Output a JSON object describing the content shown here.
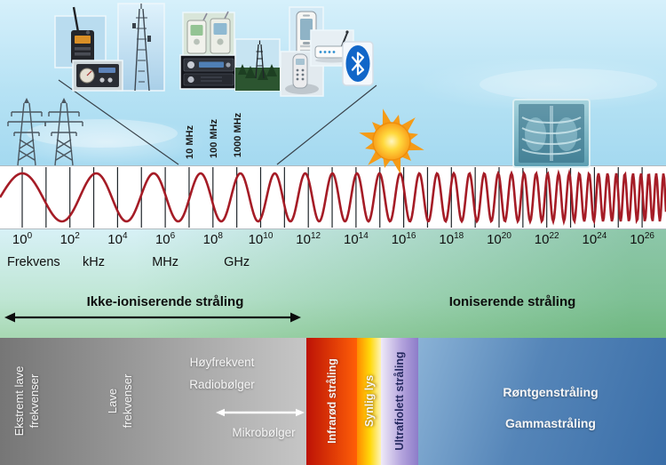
{
  "colors": {
    "wave": "#a51c26",
    "tick": "#20262b",
    "sun_ray": "#f59b17",
    "sun_core_edge": "#f08a10",
    "infrared_band": "#e03a05",
    "visible_band": "#ffd40a",
    "ultraviolet_band": "#9b86cf",
    "xray_band": "#4a7ab0",
    "radio_band_gray": "#9a9a9a",
    "background_green": "#42a04c",
    "background_blue": "#b6e2f4"
  },
  "axis": {
    "base": "10",
    "exponents": [
      0,
      2,
      4,
      6,
      8,
      10,
      12,
      14,
      16,
      18,
      20,
      22,
      24,
      26
    ],
    "frequency_word": "Frekvens",
    "units": [
      {
        "label": "kHz",
        "decade": 3
      },
      {
        "label": "MHz",
        "decade": 6
      },
      {
        "label": "GHz",
        "decade": 9
      }
    ]
  },
  "callout": {
    "labels": [
      "10 MHz",
      "100 MHz",
      "1000 MHz"
    ]
  },
  "regions": {
    "non_ionizing": "Ikke-ioniserende stråling",
    "ionizing": "Ioniserende stråling"
  },
  "bands": {
    "elf_line1": "Ekstremt lave",
    "elf_line2": "frekvenser",
    "lf_line1": "Lave",
    "lf_line2": "frekvenser",
    "hf_line1": "Høyfrekvent",
    "hf_line2": "Radiobølger",
    "micro": "Mikrobølger",
    "ir": "Infrarød stråling",
    "visible": "Synlig lys",
    "uv": "Ultrafiolett stråling",
    "xray": "Røntgenstråling",
    "gamma": "Gammastråling"
  },
  "photos": [
    "handheld-radio",
    "radio-receiver",
    "antenna-mast",
    "baby-monitors",
    "stereo-receiver",
    "forest-transmission-tower",
    "mobile-phone",
    "cordless-phone",
    "wireless-router",
    "bluetooth-logo"
  ]
}
